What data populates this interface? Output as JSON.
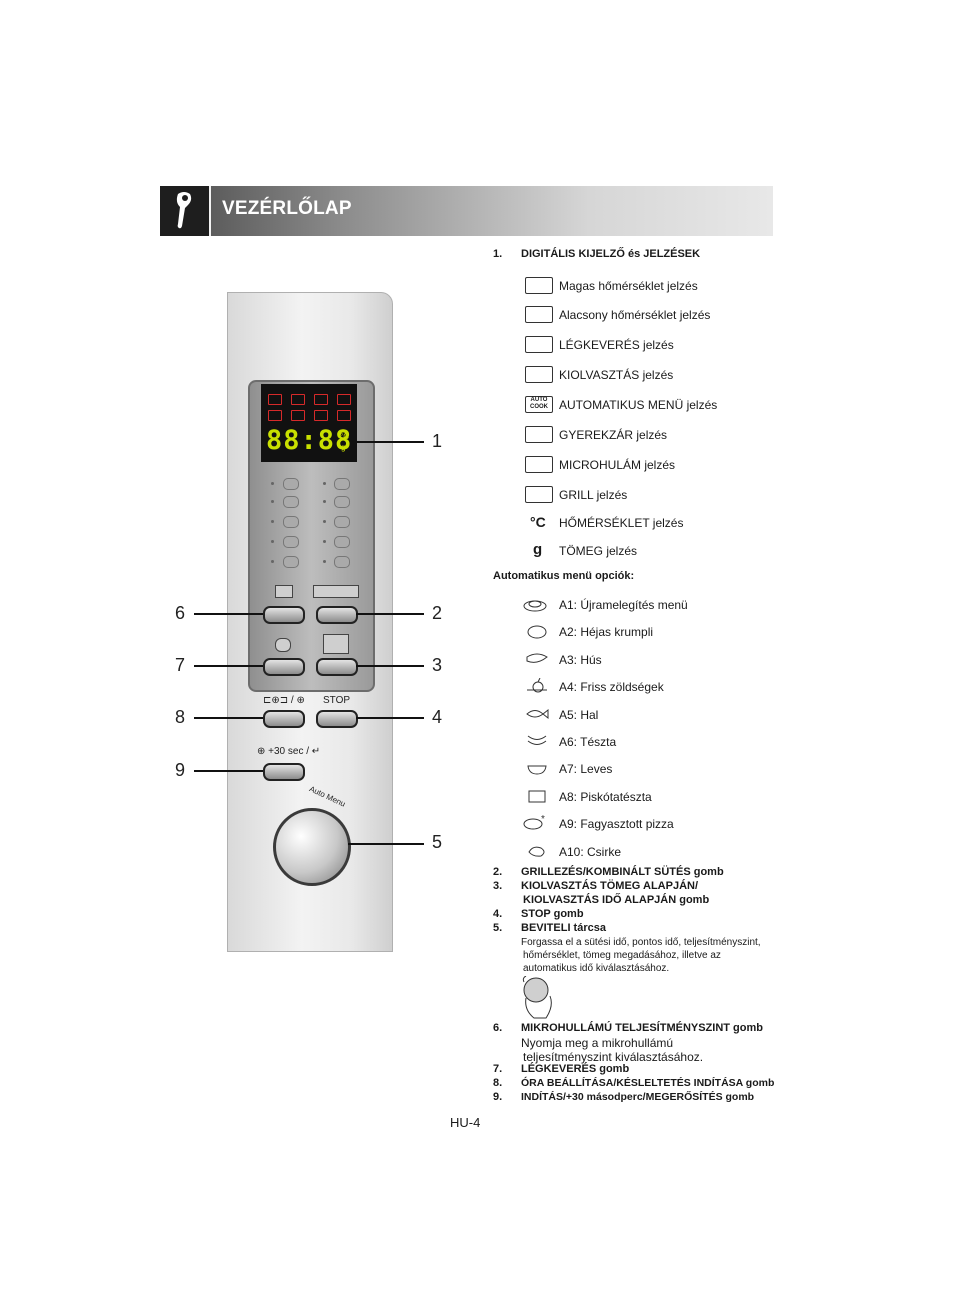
{
  "header": {
    "title": "VEZÉRLŐLAP",
    "icon": "wrench-hand-icon"
  },
  "panel": {
    "display_time": "88:88",
    "display_unit_temp": "°C",
    "display_unit_weight": "g",
    "button_labels": {
      "clock": "⊏⊕⊐ / ⊕",
      "stop": "STOP",
      "start": "⊕ +30 sec / ↵"
    },
    "dial_label": "Auto Menu",
    "callouts": [
      "1",
      "2",
      "3",
      "4",
      "5",
      "6",
      "7",
      "8",
      "9"
    ]
  },
  "section1": {
    "num": "1.",
    "title": "DIGITÁLIS KIJELZŐ és JELZÉSEK",
    "indicators": [
      {
        "icon": "high-temp-icon",
        "label": "Magas hőmérséklet jelzés"
      },
      {
        "icon": "low-temp-icon",
        "label": "Alacsony hőmérséklet jelzés"
      },
      {
        "icon": "fan-icon",
        "label": "LÉGKEVERÉS jelzés"
      },
      {
        "icon": "defrost-icon",
        "label": "KIOLVASZTÁS jelzés"
      },
      {
        "icon": "auto-cook-icon",
        "label": "AUTOMATIKUS MENÜ jelzés",
        "box_text": "AUTO COOK"
      },
      {
        "icon": "child-lock-icon",
        "label": "GYEREKZÁR jelzés"
      },
      {
        "icon": "microwave-icon",
        "label": "MICROHULÁM jelzés"
      },
      {
        "icon": "grill-icon",
        "label": "GRILL jelzés"
      },
      {
        "icon": "celsius-icon",
        "label": "HŐMÉRSÉKLET jelzés",
        "symbol": "°C"
      },
      {
        "icon": "gram-icon",
        "label": "TÖMEG jelzés",
        "symbol": "g"
      }
    ]
  },
  "auto_menu": {
    "title": "Automatikus menü opciók:",
    "items": [
      {
        "icon": "reheat-plate-icon",
        "label": "A1: Újramelegítés menü"
      },
      {
        "icon": "potato-icon",
        "label": "A2: Héjas krumpli"
      },
      {
        "icon": "meat-icon",
        "label": "A3: Hús"
      },
      {
        "icon": "vegetables-icon",
        "label": "A4: Friss zöldségek"
      },
      {
        "icon": "fish-icon",
        "label": "A5: Hal"
      },
      {
        "icon": "pasta-icon",
        "label": "A6: Tészta"
      },
      {
        "icon": "soup-icon",
        "label": "A7: Leves"
      },
      {
        "icon": "cake-icon",
        "label": "A8: Piskótatészta"
      },
      {
        "icon": "frozen-pizza-icon",
        "label": "A9: Fagyasztott pizza"
      },
      {
        "icon": "chicken-icon",
        "label": "A10: Csirke"
      }
    ]
  },
  "list": {
    "item2": {
      "num": "2.",
      "text": "GRILLEZÉS/KOMBINÁLT SÜTÉS gomb"
    },
    "item3": {
      "num": "3.",
      "line1": "KIOLVASZTÁS TÖMEG ALAPJÁN/",
      "line2": "KIOLVASZTÁS IDŐ ALAPJÁN gomb"
    },
    "item4": {
      "num": "4.",
      "text": "STOP gomb"
    },
    "item5": {
      "num": "5.",
      "text": "BEVITELI tárcsa",
      "desc1": "Forgassa el a sütési idő, pontos idő, teljesítményszint,",
      "desc2": "hőmérséklet, tömeg megadásához, illetve az",
      "desc3": "automatikus idő kiválasztásához."
    },
    "item6": {
      "num": "6.",
      "text": "MIKROHULLÁMÚ TELJESÍTMÉNYSZINT gomb",
      "desc1": "Nyomja meg a mikrohullámú",
      "desc2": "teljesítményszint kiválasztásához."
    },
    "item7": {
      "num": "7.",
      "text": "LÉGKEVERÉS gomb"
    },
    "item8": {
      "num": "8.",
      "text": "ÓRA BEÁLLÍTÁSA/KÉSLELTETÉS INDÍTÁSA gomb"
    },
    "item9": {
      "num": "9.",
      "text": "INDÍTÁS/+30 másodperc/MEGERŐSÍTÉS gomb"
    }
  },
  "page_number": "HU-4"
}
